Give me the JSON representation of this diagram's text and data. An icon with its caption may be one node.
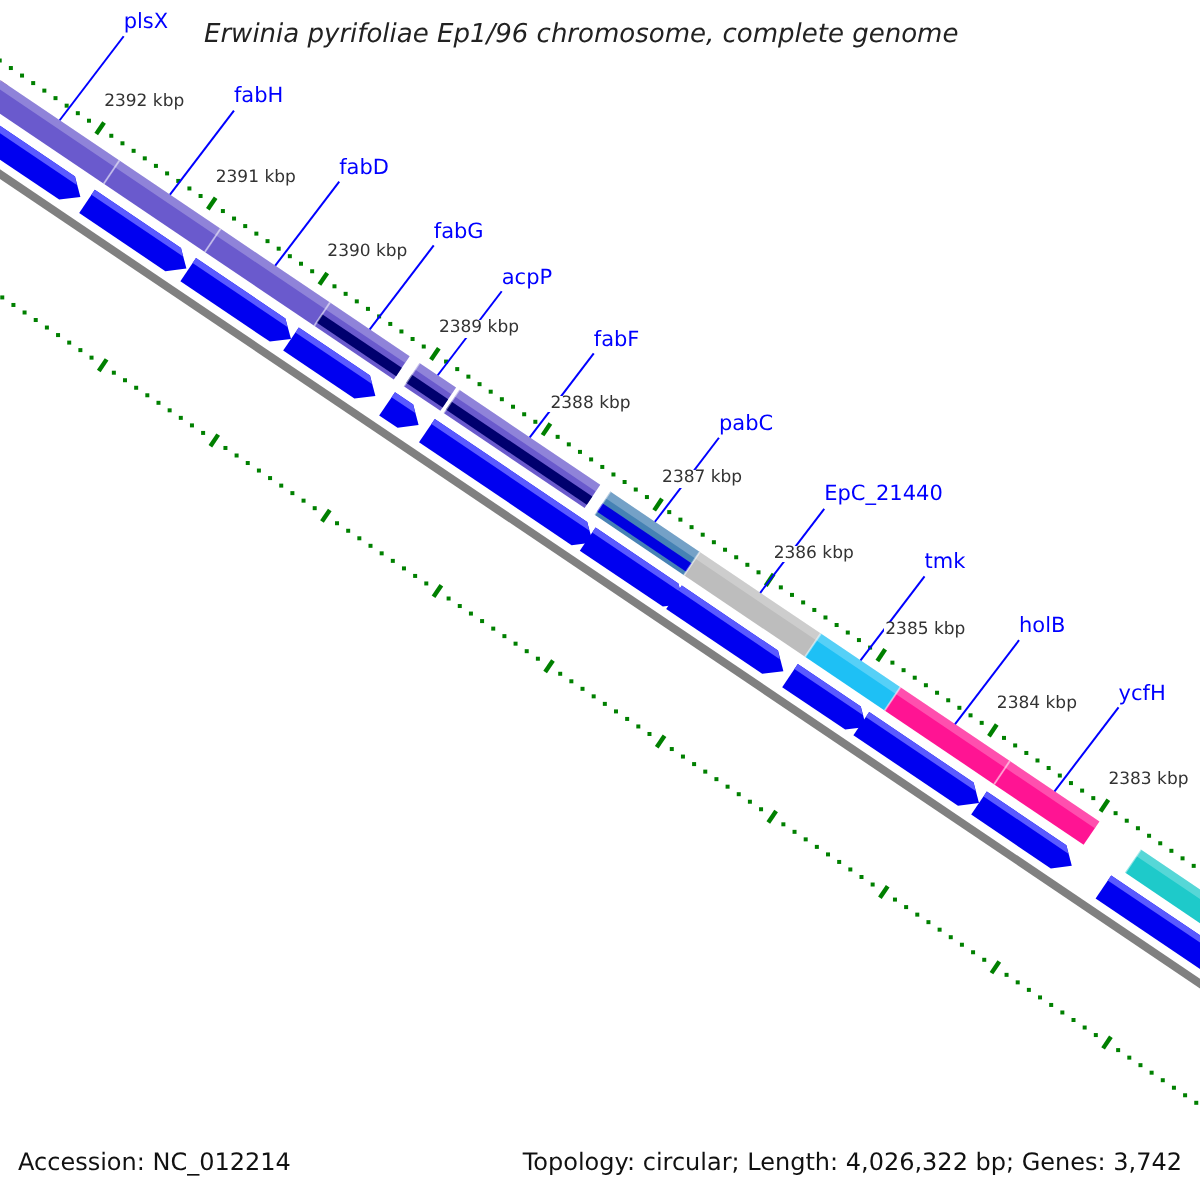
{
  "diagram": {
    "title": "Erwinia pyrifoliae Ep1/96 chromosome, complete genome",
    "nodes": [
      {
        "text": [
          "plsX"
        ]
      },
      {
        "text": [
          "fabH"
        ]
      },
      {
        "text": [
          "fabD"
        ]
      },
      {
        "text": [
          "fabG"
        ]
      },
      {
        "text": [
          "acpP"
        ]
      },
      {
        "text": [
          "fabF"
        ]
      },
      {
        "text": [
          "pabC"
        ]
      },
      {
        "text": [
          "EpC_21440"
        ]
      },
      {
        "text": [
          "tmk"
        ]
      },
      {
        "text": [
          "holB"
        ]
      },
      {
        "text": [
          "ycfH"
        ]
      },
      {
        "text": [],
        "shape": "bar"
      },
      {
        "text": [],
        "shape": "bar"
      },
      {
        "text": [],
        "shape": "bar"
      },
      {
        "text": [],
        "shape": "bar"
      },
      {
        "text": [],
        "shape": "bar"
      },
      {
        "text": [],
        "shape": "bar"
      },
      {
        "text": [],
        "shape": "bar"
      },
      {
        "text": [],
        "shape": "bar"
      },
      {
        "text": [],
        "shape": "bar"
      },
      {
        "text": [],
        "shape": "bar"
      },
      {
        "text": [],
        "shape": "bar"
      },
      {
        "text": [],
        "shape": "bar"
      },
      {
        "text": [],
        "shape": "bar"
      }
    ],
    "edges": [
      {
        "from": 0,
        "to": 12,
        "arrow": "none"
      },
      {
        "from": 1,
        "to": 13,
        "arrow": "none"
      },
      {
        "from": 2,
        "to": 14,
        "arrow": "none"
      },
      {
        "from": 3,
        "to": 15,
        "arrow": "none"
      },
      {
        "from": 4,
        "to": 16,
        "arrow": "none"
      },
      {
        "from": 5,
        "to": 17,
        "arrow": "none"
      },
      {
        "from": 6,
        "to": 18,
        "arrow": "none"
      },
      {
        "from": 7,
        "to": 19,
        "arrow": "none"
      },
      {
        "from": 8,
        "to": 20,
        "arrow": "none"
      },
      {
        "from": 9,
        "to": 21,
        "arrow": "none"
      },
      {
        "from": 10,
        "to": 22,
        "arrow": "none"
      }
    ],
    "labels": [
      "2392 kbp",
      "2391 kbp",
      "2390 kbp",
      "2389 kbp",
      "2388 kbp",
      "2387 kbp",
      "2386 kbp",
      "2385 kbp",
      "2384 kbp",
      "2383 kbp",
      "Accession: NC_012214",
      "Topology: circular; Length: 4,026,322 bp; Genes: 3,742"
    ]
  }
}
